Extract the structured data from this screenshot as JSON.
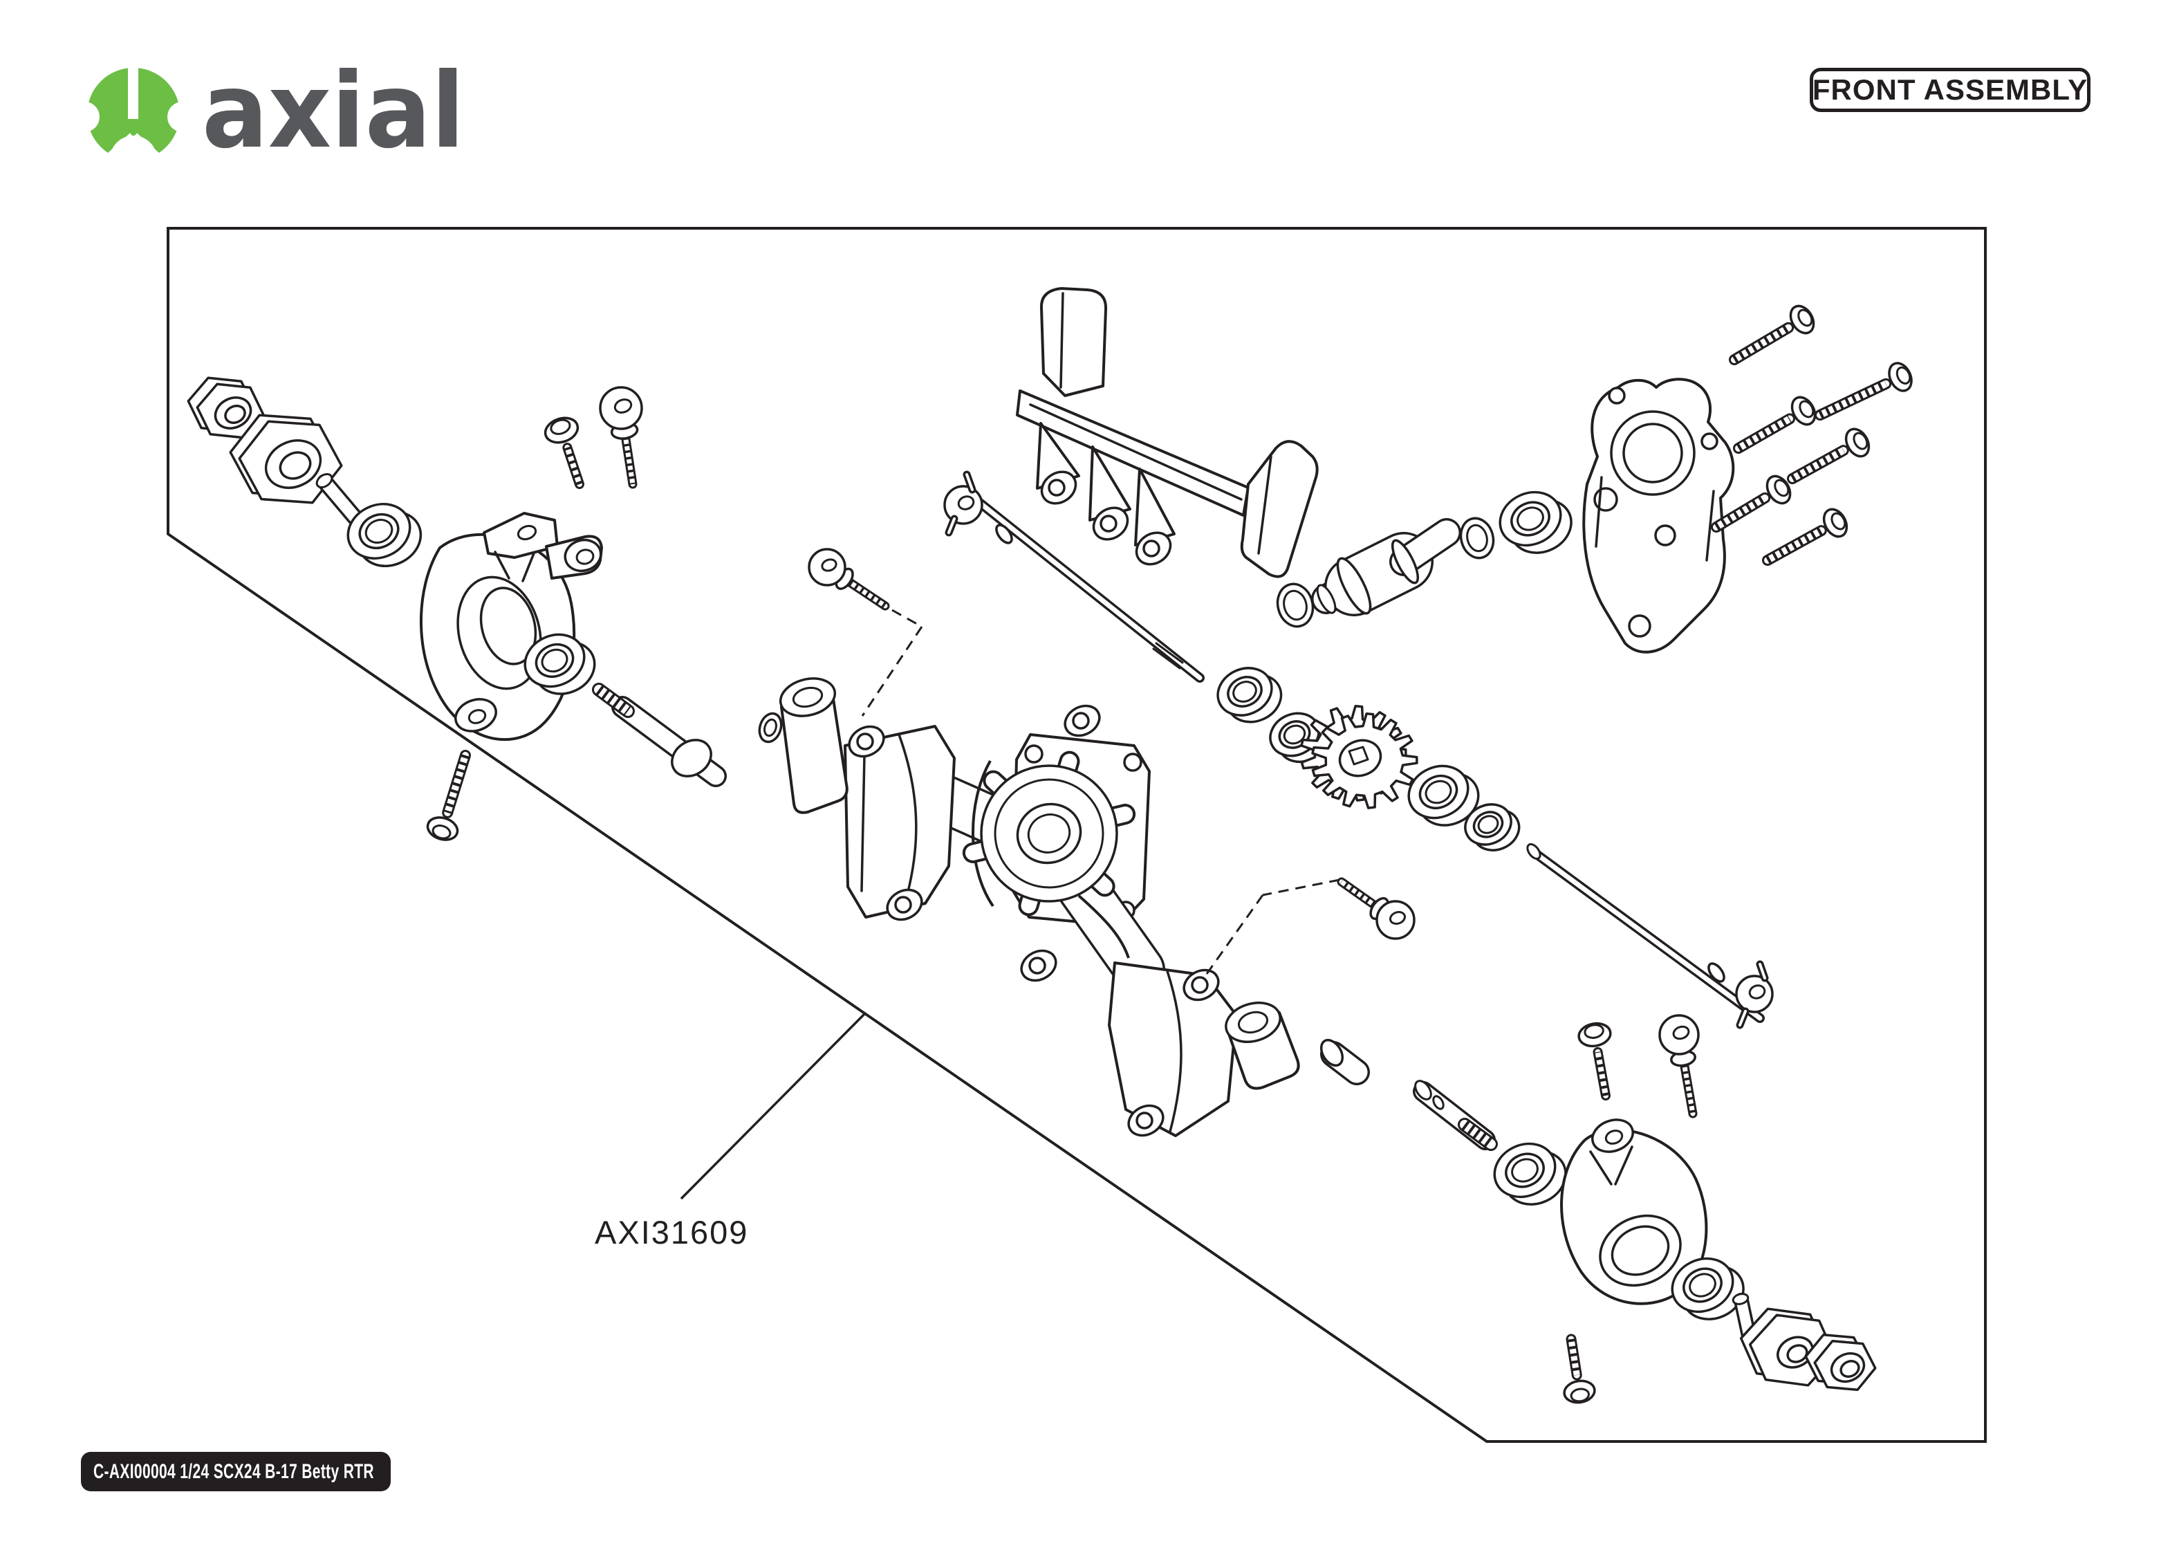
{
  "theme": {
    "ink": "#231F20",
    "paper": "#FFFFFF",
    "brand-green": "#6CBE45",
    "brand-gray": "#56585B"
  },
  "header": {
    "logo": {
      "brand": "axial",
      "mark": "axial-gear-mark"
    },
    "assembly_badge": {
      "label": "FRONT ASSEMBLY"
    }
  },
  "diagram": {
    "part_label": "AXI31609",
    "parts": [
      "lock-nut",
      "wheel-hex-hub",
      "dowel-pin",
      "ball-bearing",
      "steering-knuckle-left",
      "button-head-screw",
      "ball-stud",
      "stub-axle-left",
      "servo-mount-bracket",
      "steering-link-rod",
      "drive-cup",
      "washer",
      "c-hub-carrier-left",
      "front-axle-housing",
      "differential-cover-plate",
      "diff-flange",
      "pinion-shaft",
      "o-ring",
      "transmission-cover",
      "cover-screw",
      "idler-gear",
      "drag-link-rod",
      "c-hub-carrier-right",
      "stub-axle-right",
      "steering-knuckle-right",
      "wheel-hex-hub-right",
      "lock-nut-right",
      "dashed-assembly-leader"
    ]
  },
  "footer": {
    "kit_label": "C-AXI00004 1/24 SCX24 B-17 Betty RTR"
  }
}
